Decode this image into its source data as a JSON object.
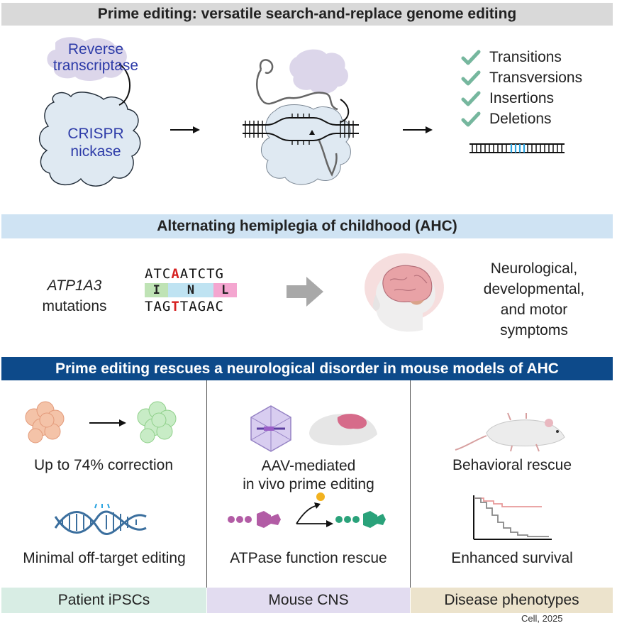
{
  "panel1": {
    "title": "Prime editing: versatile search-and-replace genome editing",
    "rt_label_line1": "Reverse",
    "rt_label_line2": "transcriptase",
    "cas_label_line1": "CRISPR",
    "cas_label_line2": "nickase",
    "edit_types": [
      "Transitions",
      "Transversions",
      "Insertions",
      "Deletions"
    ]
  },
  "panel2": {
    "title": "Alternating hemiplegia of childhood (AHC)",
    "gene": "ATP1A3",
    "gene_suffix": "mutations",
    "top_strand": {
      "pre": "ATC",
      "mut": "A",
      "post": "ATCTG"
    },
    "amino_acids": [
      "I",
      "N",
      "L"
    ],
    "bottom_strand": {
      "pre": "TAG",
      "mut": "T",
      "post": "TAGAC"
    },
    "symptoms_line1": "Neurological,",
    "symptoms_line2": "developmental,",
    "symptoms_line3": "and motor",
    "symptoms_line4": "symptoms"
  },
  "panel3": {
    "title": "Prime editing rescues a neurological disorder in mouse models of AHC",
    "col1": {
      "result1": "Up to 74% correction",
      "result2": "Minimal off-target editing",
      "footer": "Patient iPSCs"
    },
    "col2": {
      "result1_line1": "AAV-mediated",
      "result1_line2": "in vivo prime editing",
      "result2": "ATPase function rescue",
      "footer": "Mouse CNS"
    },
    "col3": {
      "result1": "Behavioral rescue",
      "result2": "Enhanced survival",
      "footer": "Disease phenotypes"
    }
  },
  "citation": "Cell, 2025",
  "colors": {
    "banner1": "#d9d9d9",
    "banner2": "#cfe3f3",
    "banner3": "#0d4a8a",
    "protein": "#dfe9f2",
    "rt": "#dcd6ea",
    "check": "#76b79e",
    "footer1": "#d8ede4",
    "footer2": "#e2dcf0",
    "footer3": "#ece3cc"
  }
}
